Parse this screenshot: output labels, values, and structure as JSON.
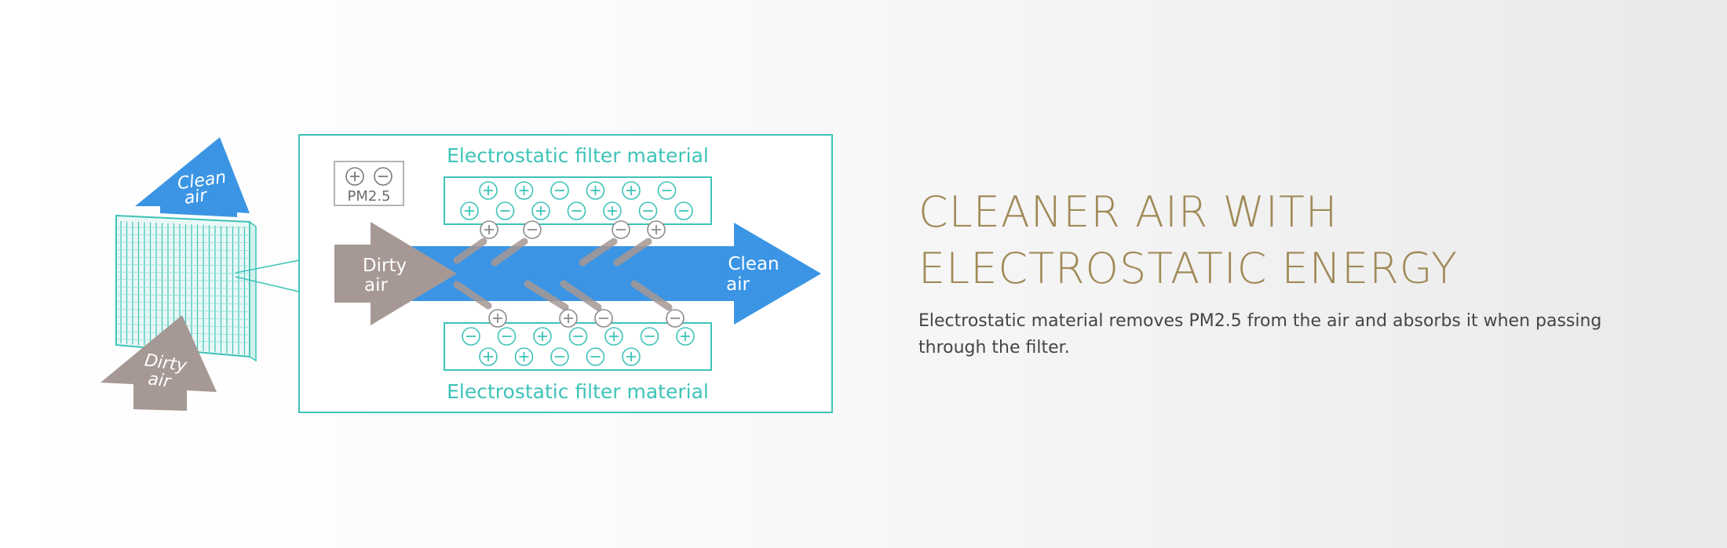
{
  "diagram": {
    "filter_label_top": "Electrostatic filter material",
    "filter_label_bottom": "Electrostatic filter material",
    "legend_label": "PM2.5",
    "legend_symbols": [
      "+",
      "−"
    ],
    "dirty_air_line1": "Dirty",
    "dirty_air_line2": "air",
    "clean_air_line1": "Clean",
    "clean_air_line2": "air",
    "small_clean_line1": "Clean",
    "small_clean_line2": "air",
    "small_dirty_line1": "Dirty",
    "small_dirty_line2": "air",
    "top_row1": [
      "+",
      "+",
      "−",
      "+",
      "+",
      "−"
    ],
    "top_row2": [
      "+",
      "−",
      "+",
      "−",
      "+",
      "−",
      "−"
    ],
    "bottom_row1": [
      "−",
      "−",
      "+",
      "−",
      "+",
      "−",
      "+"
    ],
    "bottom_row2": [
      "+",
      "+",
      "−",
      "−",
      "+"
    ],
    "particles_upper": [
      "+",
      "−",
      "−",
      "+"
    ],
    "particles_lower": [
      "+",
      "+",
      "−",
      "−"
    ],
    "colors": {
      "teal": "#3ec3b8",
      "blue": "#3b95e4",
      "taupe": "#a69894",
      "gold": "#a08a58"
    }
  },
  "text": {
    "headline_line1": "CLEANER AIR WITH",
    "headline_line2": "ELECTROSTATIC ENERGY",
    "description": "Electrostatic material removes PM2.5 from the air and absorbs it when passing through the filter."
  }
}
